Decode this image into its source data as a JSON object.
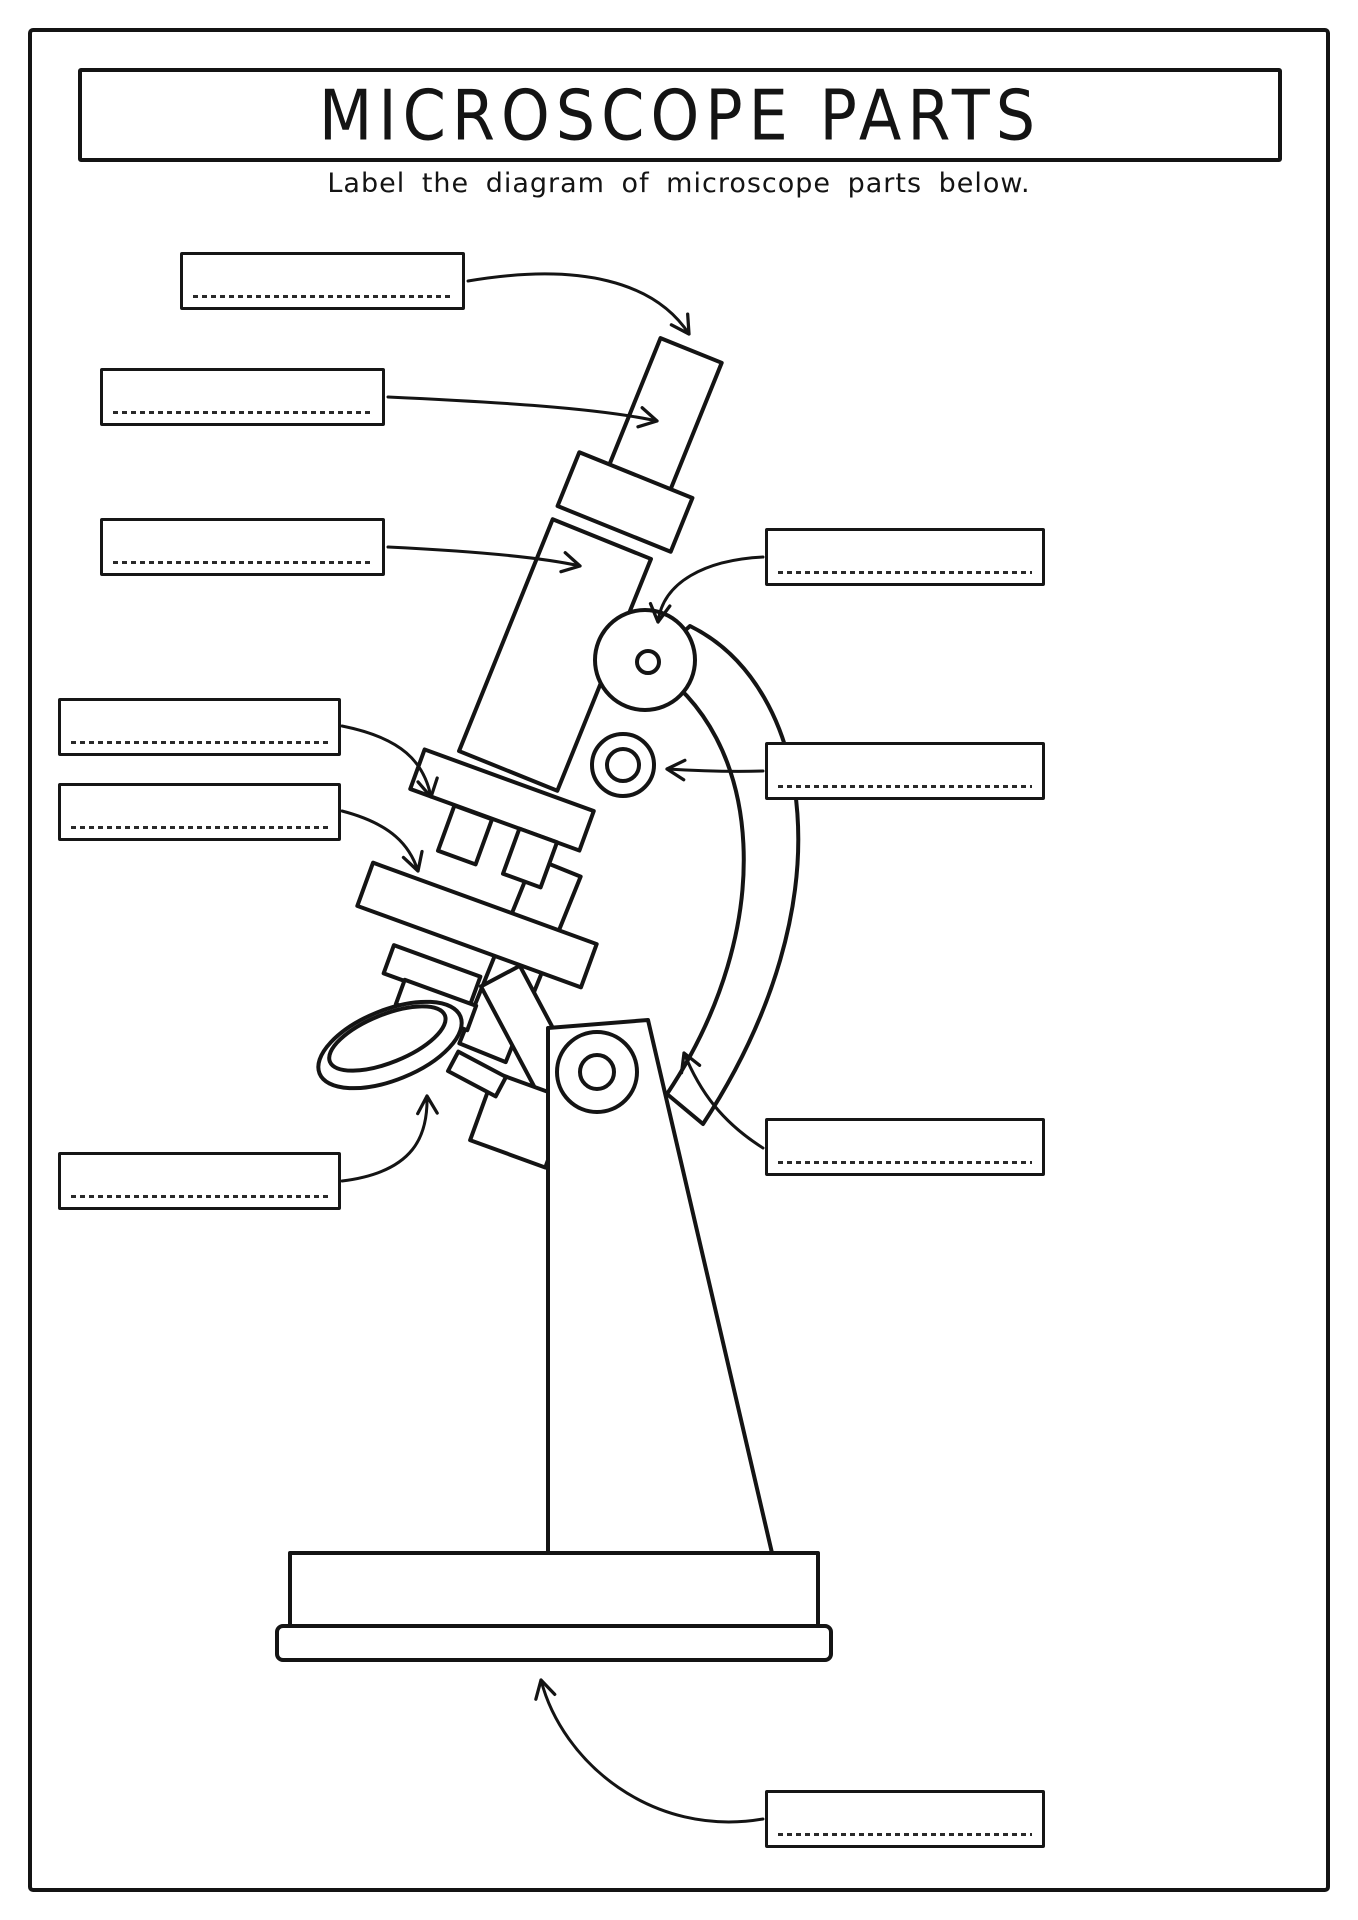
{
  "page": {
    "title": "MICROSCOPE PARTS",
    "subtitle": "Label the diagram of microscope parts below."
  },
  "labels": [
    {
      "id": "label-top-left",
      "value": ""
    },
    {
      "id": "label-upper-left-2",
      "value": ""
    },
    {
      "id": "label-upper-left-3",
      "value": ""
    },
    {
      "id": "label-mid-left-1",
      "value": ""
    },
    {
      "id": "label-mid-left-2",
      "value": ""
    },
    {
      "id": "label-lower-left",
      "value": ""
    },
    {
      "id": "label-upper-right",
      "value": ""
    },
    {
      "id": "label-mid-right",
      "value": ""
    },
    {
      "id": "label-lower-right",
      "value": ""
    },
    {
      "id": "label-bottom-right",
      "value": ""
    }
  ],
  "diagram": {
    "ink_color": "#141414",
    "figure": "microscope-line-drawing"
  }
}
